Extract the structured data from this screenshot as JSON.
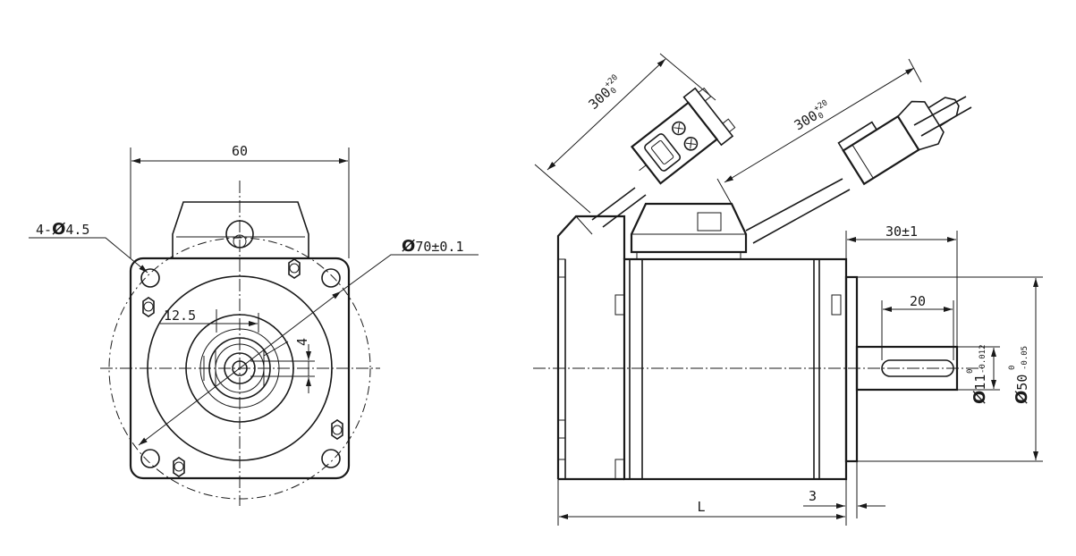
{
  "front_view": {
    "width_dim": "60",
    "holes_symbol": "Ø",
    "holes_prefix": "4-",
    "holes_dim": "4.5",
    "pcd_symbol": "Ø",
    "pcd_dim": "70",
    "pcd_tol": "±0.1",
    "key_offset_dim": "12.5",
    "key_width_dim": "4"
  },
  "side_view": {
    "cable1_dim": "300",
    "cable1_tol_upper": "+20",
    "cable1_tol_lower": "0",
    "cable2_dim": "300",
    "cable2_tol_upper": "+20",
    "cable2_tol_lower": "0",
    "shaft_len_dim": "30",
    "shaft_len_tol": "±1",
    "key_len_dim": "20",
    "shaft_dia_symbol": "Ø",
    "shaft_dia_dim": "11",
    "shaft_dia_tol_upper": "0",
    "shaft_dia_tol_lower": "-0.012",
    "spigot_dia_symbol": "Ø",
    "spigot_dia_dim": "50",
    "spigot_dia_tol_upper": "0",
    "spigot_dia_tol_lower": "-0.05",
    "length_dim": "L",
    "flange_dim": "3"
  }
}
